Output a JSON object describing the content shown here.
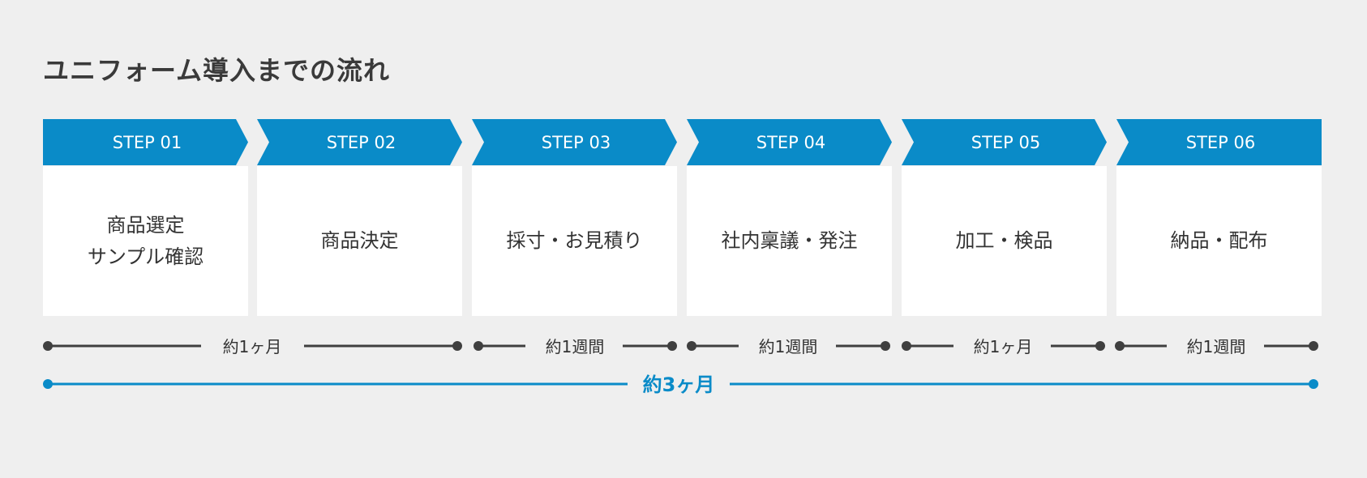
{
  "page": {
    "title": "ユニフォーム導入までの流れ"
  },
  "steps": [
    {
      "label": "STEP 01",
      "title": "商品選定\nサンプル確認"
    },
    {
      "label": "STEP 02",
      "title": "商品決定"
    },
    {
      "label": "STEP 03",
      "title": "採寸・お見積り"
    },
    {
      "label": "STEP 04",
      "title": "社内稟議・発注"
    },
    {
      "label": "STEP 05",
      "title": "加工・検品"
    },
    {
      "label": "STEP 06",
      "title": "納品・配布"
    }
  ],
  "durations": [
    {
      "label": "約1ヶ月",
      "from_step": 1,
      "to_step": 2
    },
    {
      "label": "約1週間",
      "from_step": 3,
      "to_step": 3
    },
    {
      "label": "約1週間",
      "from_step": 4,
      "to_step": 4
    },
    {
      "label": "約1ヶ月",
      "from_step": 5,
      "to_step": 5
    },
    {
      "label": "約1週間",
      "from_step": 6,
      "to_step": 6
    }
  ],
  "total": {
    "label": "約3ヶ月"
  },
  "colors": {
    "background": "#efefef",
    "header": "#0a8bc8",
    "card": "#ffffff",
    "duration_line": "#3f3f3f",
    "total_line": "#0a8bc8",
    "title_text": "#3a3a3a"
  }
}
